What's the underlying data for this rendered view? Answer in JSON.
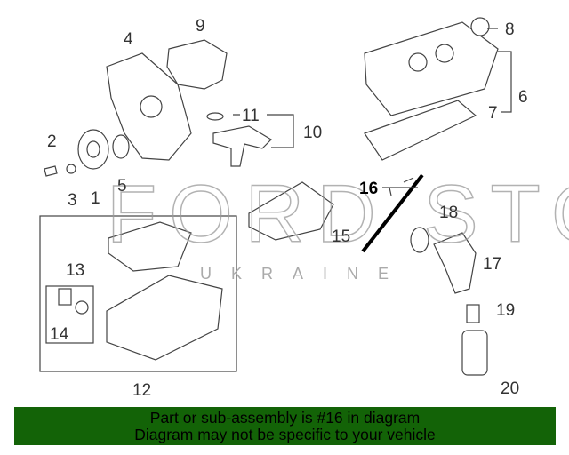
{
  "diagram": {
    "callouts": [
      "1",
      "2",
      "3",
      "4",
      "5",
      "6",
      "7",
      "8",
      "9",
      "10",
      "11",
      "12",
      "13",
      "14",
      "15",
      "16",
      "17",
      "18",
      "19",
      "20"
    ],
    "highlighted": "16",
    "watermark": {
      "title": "FORD STORE",
      "subtitle": "UKRAINE"
    }
  },
  "banner": {
    "line1": "Part or sub-assembly is #16 in diagram",
    "line2": "Diagram may not be specific to your vehicle",
    "color": "#136307"
  }
}
